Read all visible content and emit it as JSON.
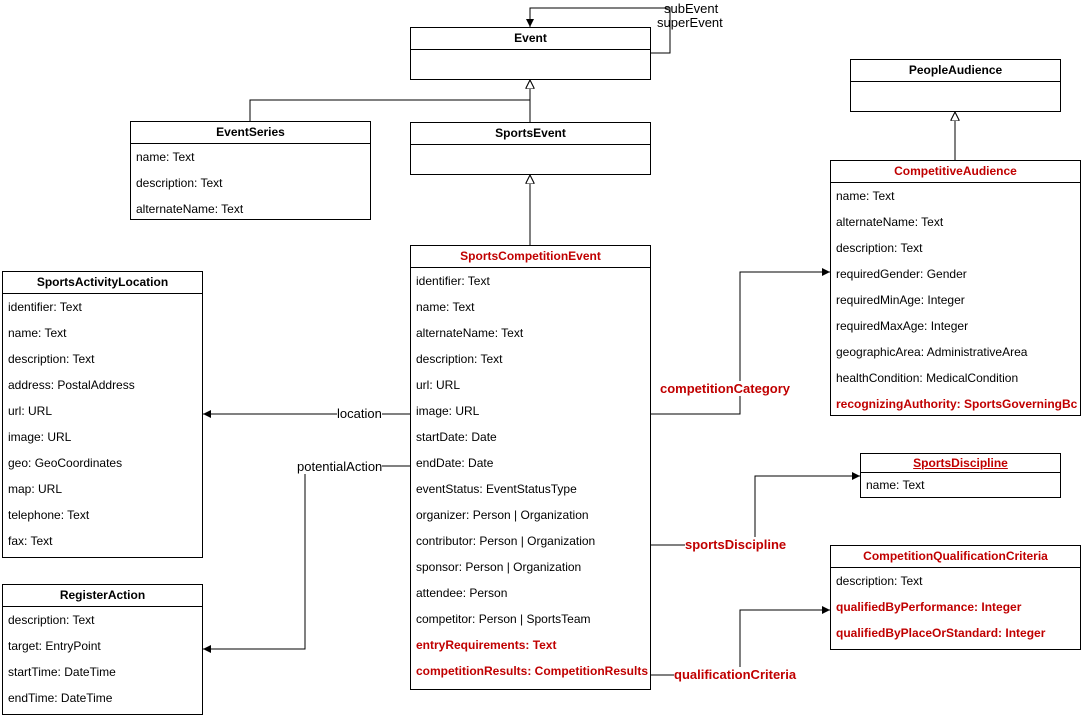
{
  "colors": {
    "line": "#000000",
    "highlight": "#c00000",
    "background": "#ffffff"
  },
  "classes": {
    "event": {
      "name": "Event",
      "attributes": []
    },
    "sports_event": {
      "name": "SportsEvent",
      "attributes": []
    },
    "people_audience": {
      "name": "PeopleAudience",
      "attributes": []
    },
    "event_series": {
      "name": "EventSeries",
      "attributes": [
        "name: Text",
        "description: Text",
        "alternateName: Text"
      ]
    },
    "competitive_audience": {
      "name": "CompetitiveAudience",
      "attributes": [
        "name: Text",
        "alternateName: Text",
        "description: Text",
        "requiredGender: Gender",
        "requiredMinAge: Integer",
        "requiredMaxAge: Integer",
        "geographicArea: AdministrativeArea",
        "healthCondition: MedicalCondition",
        "recognizingAuthority: SportsGoverningBc"
      ]
    },
    "sports_competition_event": {
      "name": "SportsCompetitionEvent",
      "attributes": [
        "identifier: Text",
        "name: Text",
        "alternateName: Text",
        "description: Text",
        "url: URL",
        "image: URL",
        "startDate: Date",
        "endDate: Date",
        "eventStatus: EventStatusType",
        "organizer: Person | Organization",
        "contributor: Person | Organization",
        "sponsor: Person | Organization",
        "attendee: Person",
        "competitor: Person | SportsTeam",
        "entryRequirements: Text",
        "competitionResults: CompetitionResults"
      ]
    },
    "sports_activity_location": {
      "name": "SportsActivityLocation",
      "attributes": [
        "identifier: Text",
        "name: Text",
        "description: Text",
        "address: PostalAddress",
        "url: URL",
        "image: URL",
        "geo: GeoCoordinates",
        "map: URL",
        "telephone: Text",
        "fax: Text"
      ]
    },
    "sports_discipline": {
      "name": "SportsDiscipline",
      "attributes": [
        "name: Text"
      ]
    },
    "register_action": {
      "name": "RegisterAction",
      "attributes": [
        "description: Text",
        "target: EntryPoint",
        "startTime: DateTime",
        "endTime: DateTime"
      ]
    },
    "competition_qualification_criteria": {
      "name": "CompetitionQualificationCriteria",
      "attributes": [
        "description: Text",
        "qualifiedByPerformance: Integer",
        "qualifiedByPlaceOrStandard: Integer"
      ]
    }
  },
  "relations": {
    "sub_event": "subEvent",
    "super_event": "superEvent",
    "location": "location",
    "potential_action": "potentialAction",
    "competition_category": "competitionCategory",
    "sports_discipline": "sportsDiscipline",
    "qualification_criteria": "qualificationCriteria"
  }
}
